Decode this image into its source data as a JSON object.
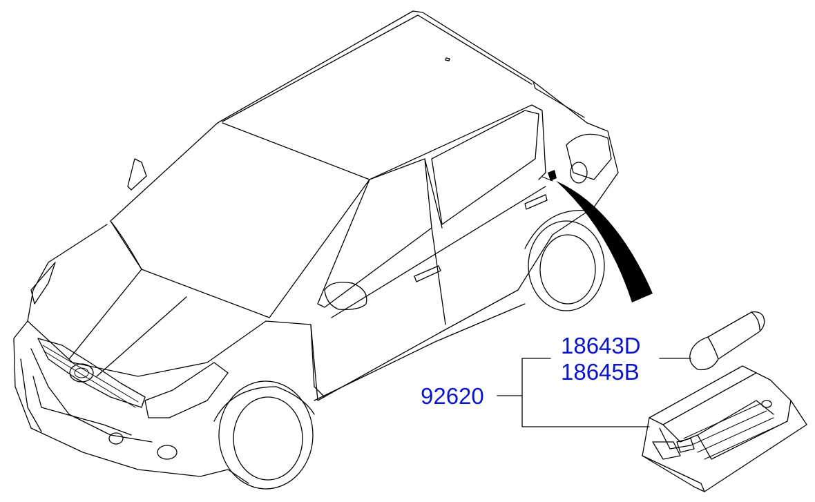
{
  "colors": {
    "label": "#0b14c8",
    "line": "#000000",
    "background": "#ffffff"
  },
  "parts": [
    {
      "number": "18643D"
    },
    {
      "number": "18645B"
    },
    {
      "number": "92620"
    }
  ]
}
